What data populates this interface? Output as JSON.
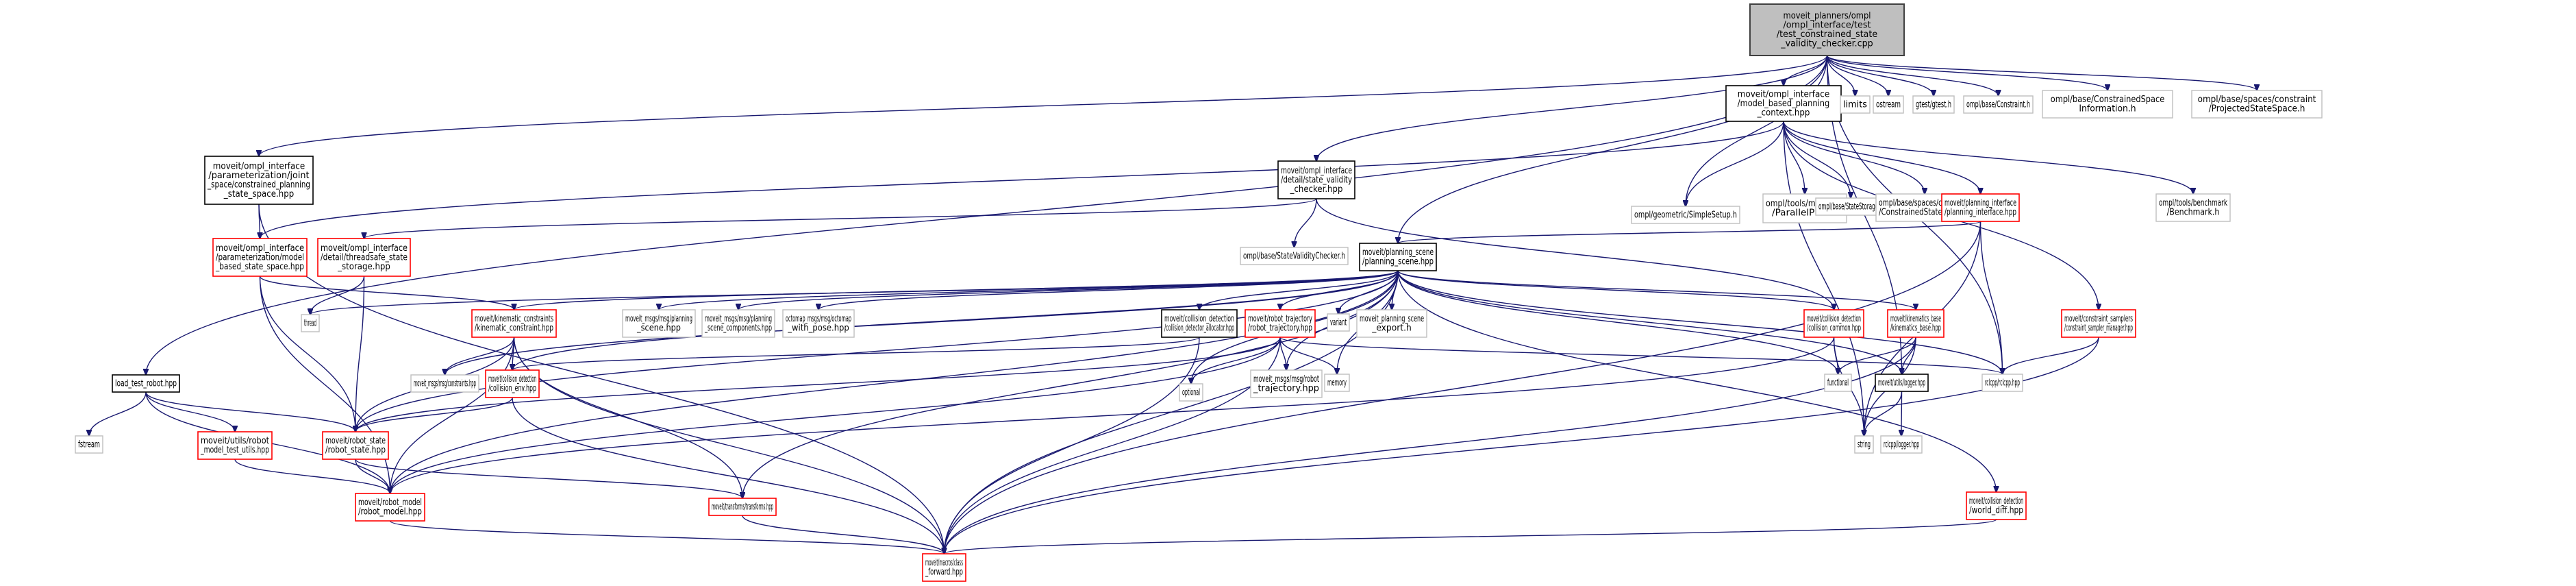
{
  "title": "Include dependency graph for test_constrained_state_validity_checker.cpp",
  "styles": {
    "edge_color": "#191970",
    "root_fill": "#bfbfbf",
    "root_border": "#404040",
    "documented_border": "#000000",
    "undocumented_border": "#ff0000",
    "external_border": "#bfbfbf"
  },
  "nodes": [
    {
      "id": "root",
      "kind": "root",
      "lines": [
        "moveit_planners/ompl",
        "/ompl_interface/test",
        "/test_constrained_state",
        "_validity_checker.cpp"
      ]
    },
    {
      "id": "mbpc",
      "kind": "documented",
      "lines": [
        "moveit/ompl_interface",
        "/model_based_planning",
        "_context.hpp"
      ]
    },
    {
      "id": "limits",
      "kind": "external",
      "lines": [
        "limits"
      ]
    },
    {
      "id": "ostream",
      "kind": "external",
      "lines": [
        "ostream"
      ]
    },
    {
      "id": "gtest",
      "kind": "external",
      "lines": [
        "gtest/gtest.h"
      ]
    },
    {
      "id": "constraint_h",
      "kind": "external",
      "lines": [
        "ompl/base/Constraint.h"
      ]
    },
    {
      "id": "csi",
      "kind": "external",
      "lines": [
        "ompl/base/ConstrainedSpace",
        "Information.h"
      ]
    },
    {
      "id": "pss",
      "kind": "external",
      "lines": [
        "ompl/base/spaces/constraint",
        "/ProjectedStateSpace.h"
      ]
    },
    {
      "id": "cpss",
      "kind": "documented",
      "lines": [
        "moveit/ompl_interface",
        "/parameterization/joint",
        "_space/constrained_planning",
        "_state_space.hpp"
      ]
    },
    {
      "id": "svc",
      "kind": "documented",
      "lines": [
        "moveit/ompl_interface",
        "/detail/state_validity",
        "_checker.hpp"
      ]
    },
    {
      "id": "simplesetup",
      "kind": "external",
      "lines": [
        "ompl/geometric/SimpleSetup.h"
      ]
    },
    {
      "id": "parallelplan",
      "kind": "external",
      "lines": [
        "ompl/tools/multiplan",
        "/ParallelPlan.h"
      ]
    },
    {
      "id": "statestorage",
      "kind": "external",
      "lines": [
        "ompl/base/StateStorage.h"
      ]
    },
    {
      "id": "css",
      "kind": "external",
      "lines": [
        "ompl/base/spaces/constraint",
        "/ConstrainedStateSpace.h"
      ]
    },
    {
      "id": "pi",
      "kind": "undocumented",
      "lines": [
        "moveit/planning_interface",
        "/planning_interface.hpp"
      ]
    },
    {
      "id": "benchmark",
      "kind": "external",
      "lines": [
        "ompl/tools/benchmark",
        "/Benchmark.h"
      ]
    },
    {
      "id": "mbss",
      "kind": "undocumented",
      "lines": [
        "moveit/ompl_interface",
        "/parameterization/model",
        "_based_state_space.hpp"
      ]
    },
    {
      "id": "tss",
      "kind": "undocumented",
      "lines": [
        "moveit/ompl_interface",
        "/detail/threadsafe_state",
        "_storage.hpp"
      ]
    },
    {
      "id": "svch",
      "kind": "external",
      "lines": [
        "ompl/base/StateValidityChecker.h"
      ]
    },
    {
      "id": "ps",
      "kind": "documented",
      "lines": [
        "moveit/planning_scene",
        "/planning_scene.hpp"
      ]
    },
    {
      "id": "thread",
      "kind": "external",
      "lines": [
        "thread"
      ]
    },
    {
      "id": "kc",
      "kind": "undocumented",
      "lines": [
        "moveit/kinematic_constraints",
        "/kinematic_constraint.hpp"
      ]
    },
    {
      "id": "msg_ps",
      "kind": "external",
      "lines": [
        "moveit_msgs/msg/planning",
        "_scene.hpp"
      ]
    },
    {
      "id": "msg_psc",
      "kind": "external",
      "lines": [
        "moveit_msgs/msg/planning",
        "_scene_components.hpp"
      ]
    },
    {
      "id": "octomap",
      "kind": "external",
      "lines": [
        "octomap_msgs/msg/octomap",
        "_with_pose.hpp"
      ]
    },
    {
      "id": "cda",
      "kind": "documented",
      "lines": [
        "moveit/collision_detection",
        "/collision_detector_allocator.hpp"
      ]
    },
    {
      "id": "rt",
      "kind": "undocumented",
      "lines": [
        "moveit/robot_trajectory",
        "/robot_trajectory.hpp"
      ]
    },
    {
      "id": "variant",
      "kind": "external",
      "lines": [
        "variant"
      ]
    },
    {
      "id": "mpse",
      "kind": "external",
      "lines": [
        "moveit_planning_scene",
        "_export.h"
      ]
    },
    {
      "id": "cc",
      "kind": "undocumented",
      "lines": [
        "moveit/collision_detection",
        "/collision_common.hpp"
      ]
    },
    {
      "id": "kb",
      "kind": "undocumented",
      "lines": [
        "moveit/kinematics_base",
        "/kinematics_base.hpp"
      ]
    },
    {
      "id": "csm",
      "kind": "undocumented",
      "lines": [
        "moveit/constraint_samplers",
        "/constraint_sampler_manager.hpp"
      ]
    },
    {
      "id": "ltr",
      "kind": "documented",
      "lines": [
        "load_test_robot.hpp"
      ]
    },
    {
      "id": "msg_c",
      "kind": "external",
      "lines": [
        "moveit_msgs/msg/constraints.hpp"
      ]
    },
    {
      "id": "ce",
      "kind": "undocumented",
      "lines": [
        "moveit/collision_detection",
        "/collision_env.hpp"
      ]
    },
    {
      "id": "optional",
      "kind": "external",
      "lines": [
        "optional"
      ]
    },
    {
      "id": "msg_rt",
      "kind": "external",
      "lines": [
        "moveit_msgs/msg/robot",
        "_trajectory.hpp"
      ]
    },
    {
      "id": "memory",
      "kind": "external",
      "lines": [
        "memory"
      ]
    },
    {
      "id": "functional",
      "kind": "external",
      "lines": [
        "functional"
      ]
    },
    {
      "id": "logger",
      "kind": "documented",
      "lines": [
        "moveit/utils/logger.hpp"
      ]
    },
    {
      "id": "rclcpp",
      "kind": "external",
      "lines": [
        "rclcpp/rclcpp.hpp"
      ]
    },
    {
      "id": "fstream",
      "kind": "external",
      "lines": [
        "fstream"
      ]
    },
    {
      "id": "rmtu",
      "kind": "undocumented",
      "lines": [
        "moveit/utils/robot",
        "_model_test_utils.hpp"
      ]
    },
    {
      "id": "rs",
      "kind": "undocumented",
      "lines": [
        "moveit/robot_state",
        "/robot_state.hpp"
      ]
    },
    {
      "id": "string",
      "kind": "external",
      "lines": [
        "string"
      ]
    },
    {
      "id": "rclcpp_logger",
      "kind": "external",
      "lines": [
        "rclcpp/logger.hpp"
      ]
    },
    {
      "id": "rm",
      "kind": "undocumented",
      "lines": [
        "moveit/robot_model",
        "/robot_model.hpp"
      ]
    },
    {
      "id": "transforms",
      "kind": "undocumented",
      "lines": [
        "moveit/transforms/transforms.hpp"
      ]
    },
    {
      "id": "wd",
      "kind": "undocumented",
      "lines": [
        "moveit/collision_detection",
        "/world_diff.hpp"
      ]
    },
    {
      "id": "cf",
      "kind": "undocumented",
      "lines": [
        "moveit/macros/class",
        "_forward.hpp"
      ]
    }
  ],
  "edges": [
    [
      "root",
      "mbpc"
    ],
    [
      "root",
      "limits"
    ],
    [
      "root",
      "ostream"
    ],
    [
      "root",
      "gtest"
    ],
    [
      "root",
      "constraint_h"
    ],
    [
      "root",
      "csi"
    ],
    [
      "root",
      "pss"
    ],
    [
      "root",
      "cpss"
    ],
    [
      "root",
      "svc"
    ],
    [
      "root",
      "ps"
    ],
    [
      "root",
      "ltr"
    ],
    [
      "root",
      "simplesetup"
    ],
    [
      "root",
      "logger"
    ],
    [
      "root",
      "rclcpp"
    ],
    [
      "mbpc",
      "simplesetup"
    ],
    [
      "mbpc",
      "parallelplan"
    ],
    [
      "mbpc",
      "statestorage"
    ],
    [
      "mbpc",
      "css"
    ],
    [
      "mbpc",
      "pi"
    ],
    [
      "mbpc",
      "benchmark"
    ],
    [
      "mbpc",
      "csm"
    ],
    [
      "mbpc",
      "mbss"
    ],
    [
      "mbpc",
      "string"
    ],
    [
      "cpss",
      "mbss"
    ],
    [
      "cpss",
      "cf"
    ],
    [
      "svc",
      "tss"
    ],
    [
      "svc",
      "svch"
    ],
    [
      "svc",
      "cc"
    ],
    [
      "mbss",
      "rs"
    ],
    [
      "mbss",
      "rm"
    ],
    [
      "mbss",
      "kc"
    ],
    [
      "tss",
      "rs"
    ],
    [
      "tss",
      "thread"
    ],
    [
      "pi",
      "ps"
    ],
    [
      "pi",
      "rclcpp"
    ],
    [
      "pi",
      "string"
    ],
    [
      "pi",
      "cf"
    ],
    [
      "ps",
      "thread"
    ],
    [
      "ps",
      "kc"
    ],
    [
      "ps",
      "msg_ps"
    ],
    [
      "ps",
      "msg_psc"
    ],
    [
      "ps",
      "octomap"
    ],
    [
      "ps",
      "cda"
    ],
    [
      "ps",
      "rt"
    ],
    [
      "ps",
      "variant"
    ],
    [
      "ps",
      "mpse"
    ],
    [
      "ps",
      "cc"
    ],
    [
      "ps",
      "kb"
    ],
    [
      "ps",
      "msg_c"
    ],
    [
      "ps",
      "ce"
    ],
    [
      "ps",
      "rs"
    ],
    [
      "ps",
      "rm"
    ],
    [
      "ps",
      "transforms"
    ],
    [
      "ps",
      "wd"
    ],
    [
      "ps",
      "cf"
    ],
    [
      "ps",
      "rclcpp"
    ],
    [
      "ps",
      "optional"
    ],
    [
      "ps",
      "memory"
    ],
    [
      "ps",
      "functional"
    ],
    [
      "ps",
      "logger"
    ],
    [
      "ps",
      "msg_rt"
    ],
    [
      "kc",
      "msg_c"
    ],
    [
      "kc",
      "ce"
    ],
    [
      "kc",
      "rs"
    ],
    [
      "kc",
      "rm"
    ],
    [
      "kc",
      "transforms"
    ],
    [
      "kc",
      "cf"
    ],
    [
      "cda",
      "ce"
    ],
    [
      "cda",
      "cf"
    ],
    [
      "rt",
      "optional"
    ],
    [
      "rt",
      "msg_rt"
    ],
    [
      "rt",
      "memory"
    ],
    [
      "rt",
      "rs"
    ],
    [
      "rt",
      "rm"
    ],
    [
      "rt",
      "cf"
    ],
    [
      "rt",
      "rclcpp"
    ],
    [
      "cc",
      "functional"
    ],
    [
      "cc",
      "string"
    ],
    [
      "cc",
      "rm"
    ],
    [
      "kb",
      "functional"
    ],
    [
      "kb",
      "logger"
    ],
    [
      "kb",
      "string"
    ],
    [
      "kb",
      "cf"
    ],
    [
      "csm",
      "rclcpp"
    ],
    [
      "csm",
      "cf"
    ],
    [
      "ltr",
      "fstream"
    ],
    [
      "ltr",
      "rmtu"
    ],
    [
      "ltr",
      "rs"
    ],
    [
      "ltr",
      "rm"
    ],
    [
      "ce",
      "rs"
    ],
    [
      "ce",
      "cf"
    ],
    [
      "logger",
      "string"
    ],
    [
      "logger",
      "rclcpp_logger"
    ],
    [
      "rmtu",
      "rm"
    ],
    [
      "rs",
      "rm"
    ],
    [
      "rs",
      "transforms"
    ],
    [
      "rm",
      "cf"
    ],
    [
      "transforms",
      "cf"
    ],
    [
      "wd",
      "cf"
    ]
  ]
}
